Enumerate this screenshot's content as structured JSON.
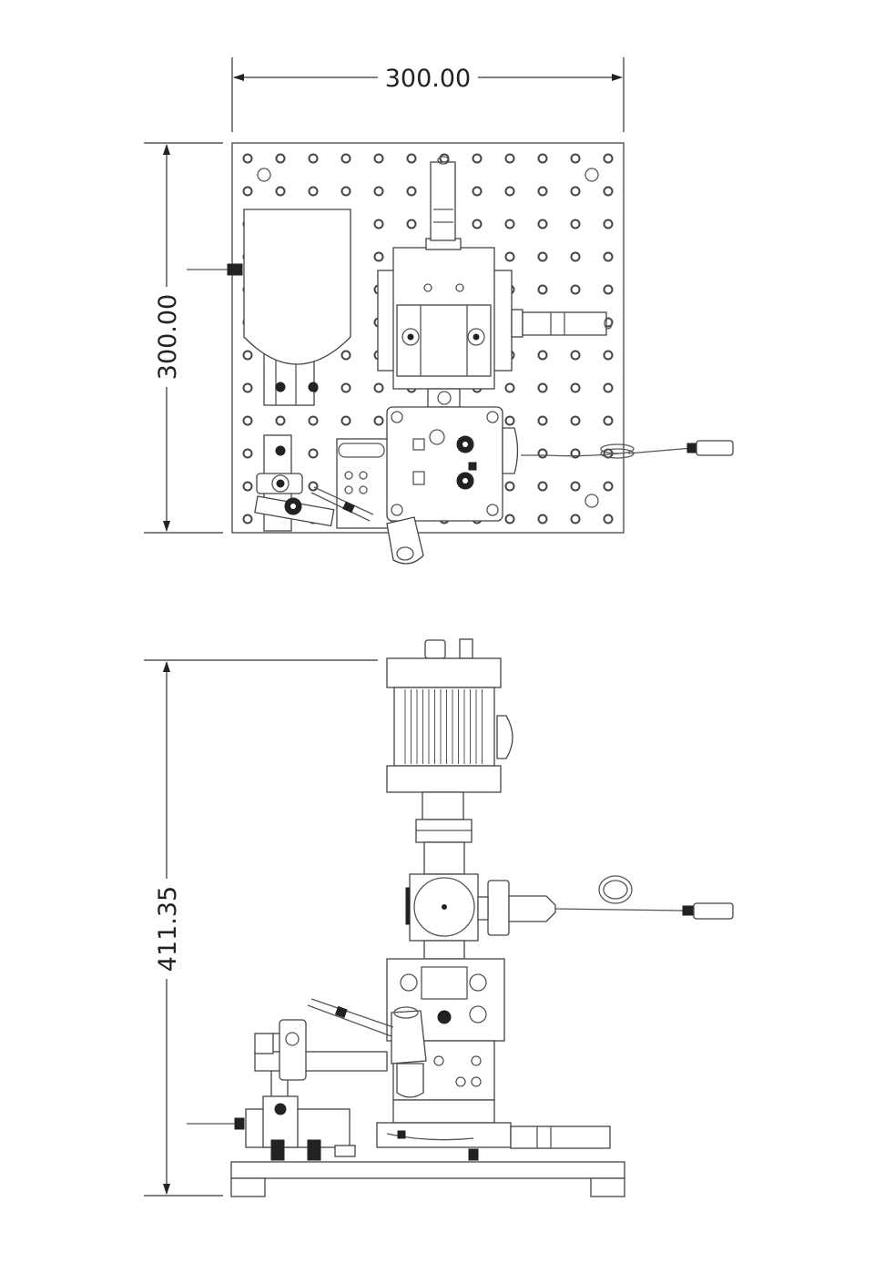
{
  "drawing": {
    "top_view": {
      "width_dimension": "300.00",
      "depth_dimension": "300.00"
    },
    "side_view": {
      "height_dimension": "411.35"
    }
  },
  "colors": {
    "line": "#444444",
    "background": "#ffffff"
  }
}
